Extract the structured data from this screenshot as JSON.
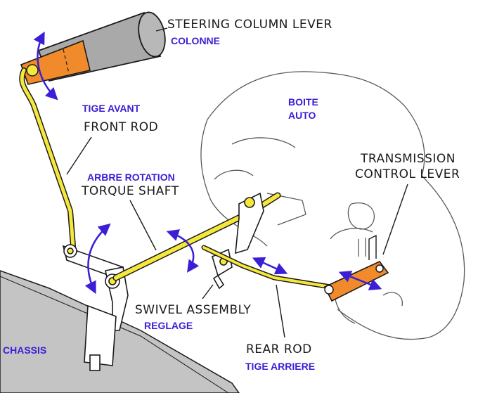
{
  "labels": {
    "steering_column_lever": "STEERING COLUMN LEVER",
    "colonne": "COLONNE",
    "tige_avant": "TIGE AVANT",
    "front_rod": "FRONT ROD",
    "boite_auto_line1": "BOITE",
    "boite_auto_line2": "AUTO",
    "transmission_control_lever_line1": "TRANSMISSION",
    "transmission_control_lever_line2": "CONTROL LEVER",
    "arbre_rotation": "ARBRE ROTATION",
    "torque_shaft": "TORQUE SHAFT",
    "swivel_assembly": "SWIVEL ASSEMBLY",
    "reglage": "REGLAGE",
    "chassis": "CHASSIS",
    "rear_rod": "REAR ROD",
    "tige_arriere": "TIGE ARRIERE"
  },
  "colors": {
    "annotation": "#3a1fd6",
    "rod": "#f5e83a",
    "lever": "#f08a2a",
    "column": "#a9a9a9",
    "chassis": "#c4c4c4",
    "outline": "#1a1a1a"
  }
}
